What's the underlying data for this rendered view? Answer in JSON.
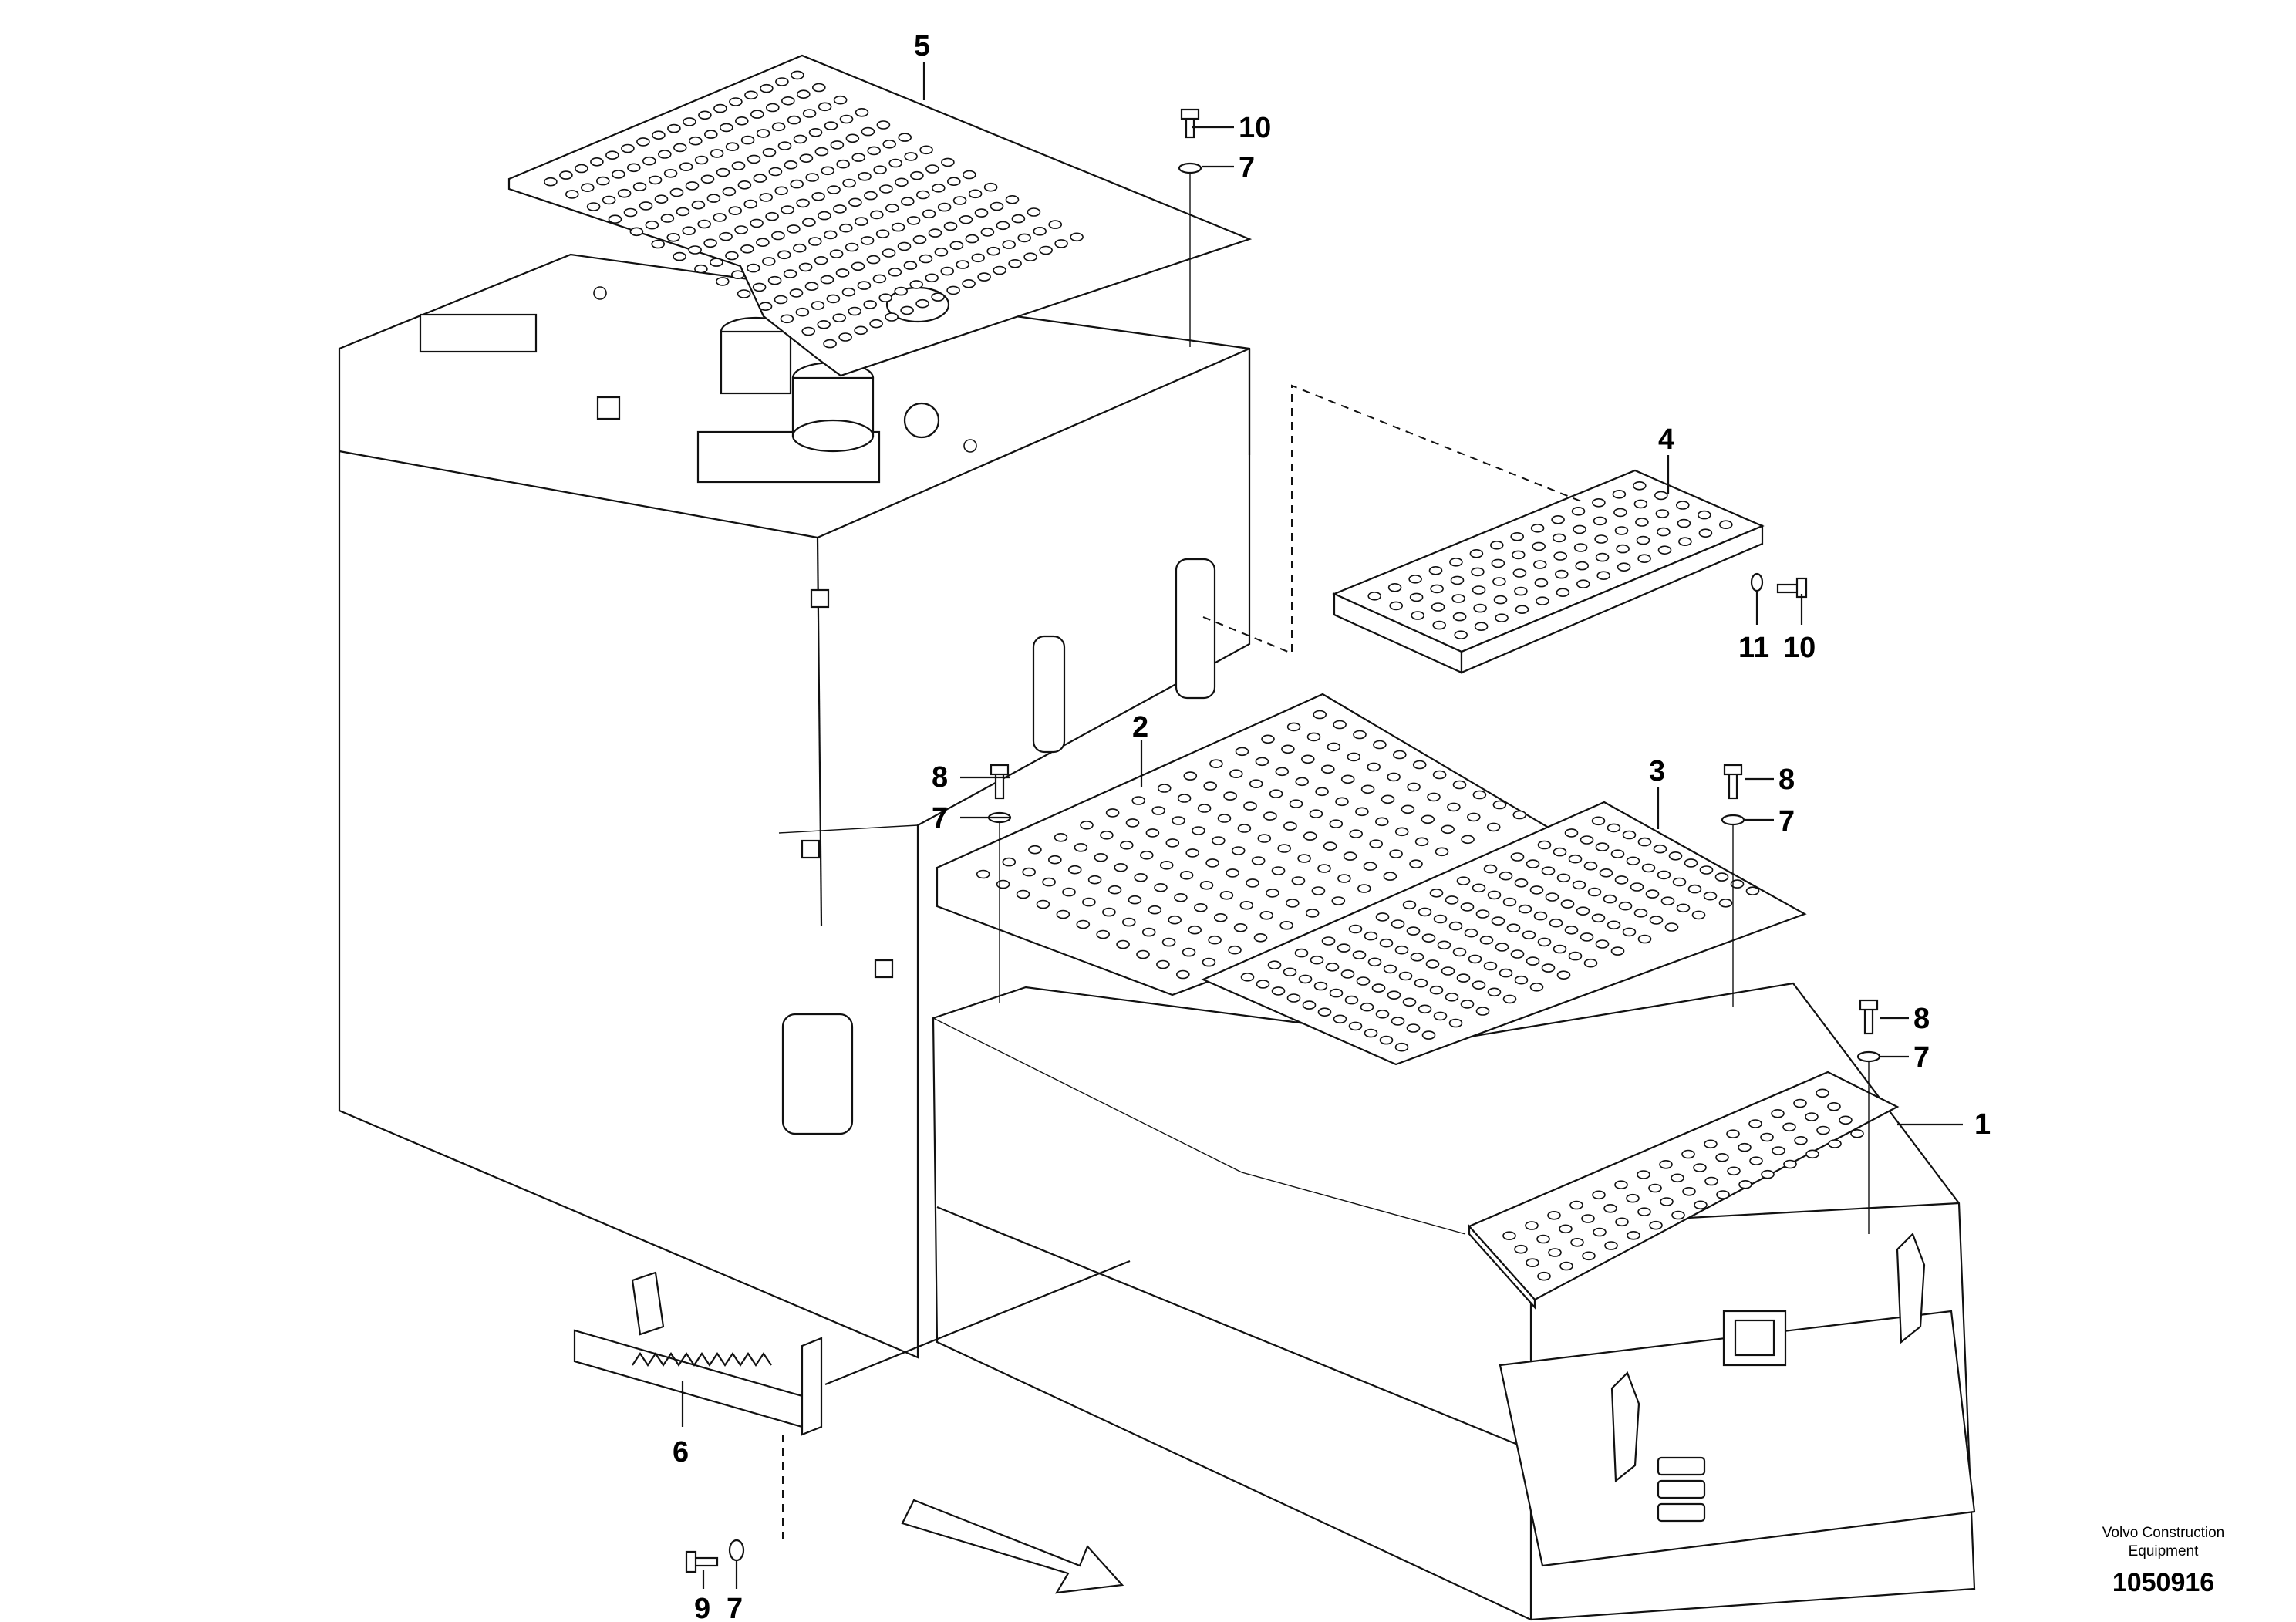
{
  "figure": {
    "callouts": [
      {
        "id": "c1",
        "label": "1"
      },
      {
        "id": "c2",
        "label": "2"
      },
      {
        "id": "c3",
        "label": "3"
      },
      {
        "id": "c4",
        "label": "4"
      },
      {
        "id": "c5",
        "label": "5"
      },
      {
        "id": "c6",
        "label": "6"
      },
      {
        "id": "c7a",
        "label": "7"
      },
      {
        "id": "c7b",
        "label": "7"
      },
      {
        "id": "c7c",
        "label": "7"
      },
      {
        "id": "c7d",
        "label": "7"
      },
      {
        "id": "c7e",
        "label": "7"
      },
      {
        "id": "c8a",
        "label": "8"
      },
      {
        "id": "c8b",
        "label": "8"
      },
      {
        "id": "c8c",
        "label": "8"
      },
      {
        "id": "c9",
        "label": "9"
      },
      {
        "id": "c10a",
        "label": "10"
      },
      {
        "id": "c10b",
        "label": "10"
      },
      {
        "id": "c11",
        "label": "11"
      }
    ],
    "credit_line1": "Volvo Construction",
    "credit_line2": "Equipment",
    "document_number": "1050916"
  }
}
